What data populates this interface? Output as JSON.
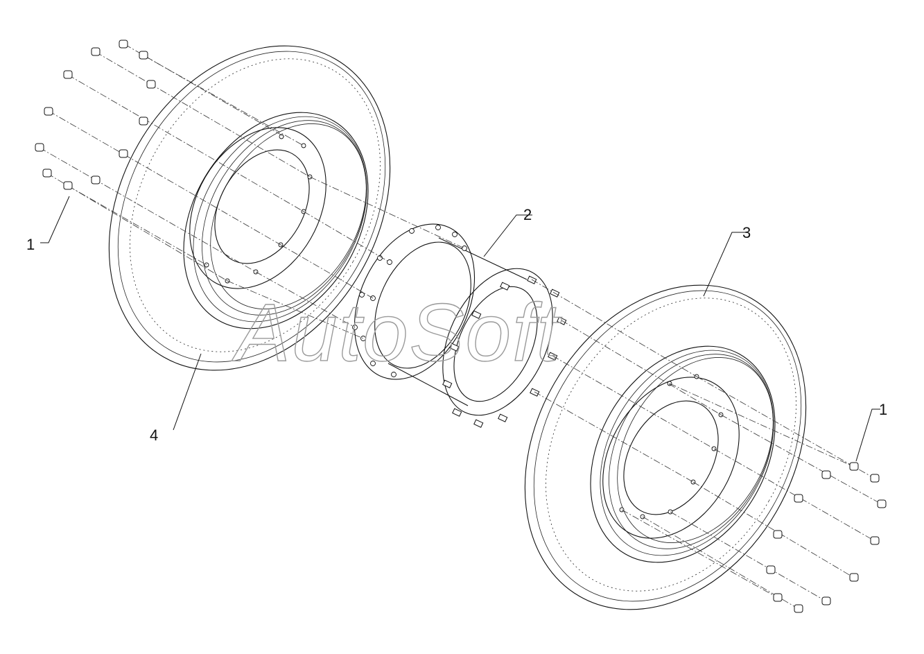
{
  "callouts": {
    "nuts_left": "1",
    "spacer_hub": "2",
    "wheel_right": "3",
    "wheel_left": "4",
    "nuts_right": "1"
  },
  "watermark": "AutoSoft"
}
